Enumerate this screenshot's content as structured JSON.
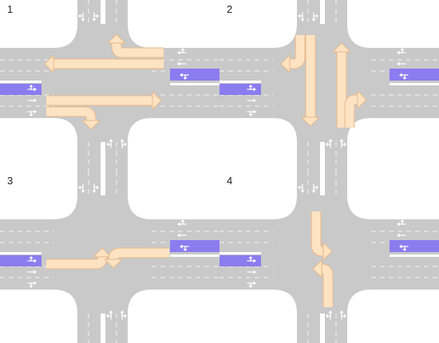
{
  "colors": {
    "road": "#c9c9c9",
    "marking": "#ffffff",
    "lane_arrow": "#ffffff",
    "movement_arrow_fill": "#fde3c2",
    "movement_arrow_stroke": "#e8b98a",
    "special_lane": "#8b7cf0",
    "label": "#222222"
  },
  "panels": [
    {
      "label": "1",
      "movements": [
        "east-through",
        "east-right-turn",
        "west-through",
        "west-right-turn"
      ]
    },
    {
      "label": "2",
      "movements": [
        "north-through",
        "north-right-turn",
        "south-through",
        "south-right-turn"
      ]
    },
    {
      "label": "3",
      "movements": [
        "east-left-turn",
        "west-left-turn"
      ]
    },
    {
      "label": "4",
      "movements": [
        "south-left-turn",
        "north-left-turn"
      ]
    }
  ],
  "lane_arrow_icons": [
    "left-through-arrow-icon",
    "through-arrow-icon",
    "right-through-arrow-icon"
  ]
}
